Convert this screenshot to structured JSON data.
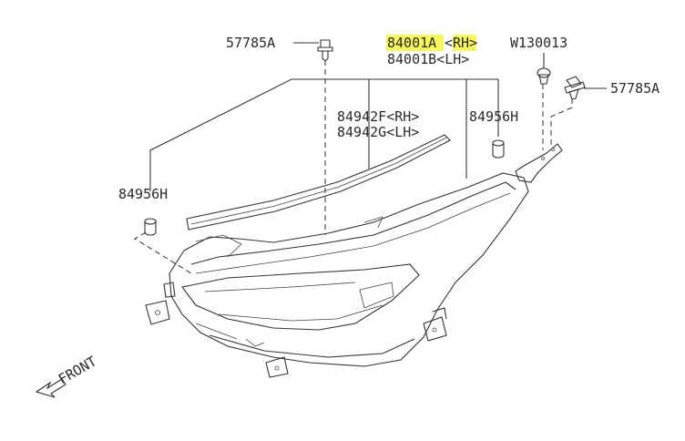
{
  "labels": {
    "bolt_left": "57785A",
    "part_rh_num": "84001A",
    "part_rh_side": "<RH>",
    "part_lh": "84001B<LH>",
    "clip": "W130013",
    "bolt_right": "57785A",
    "strip_rh": "84942F<RH>",
    "strip_lh": "84942G<LH>",
    "cushion_right": "84956H",
    "cushion_left": "84956H",
    "front": "FRONT"
  },
  "colors": {
    "highlight": "#f7f760",
    "line": "#333333",
    "text": "#2b2b2b"
  }
}
